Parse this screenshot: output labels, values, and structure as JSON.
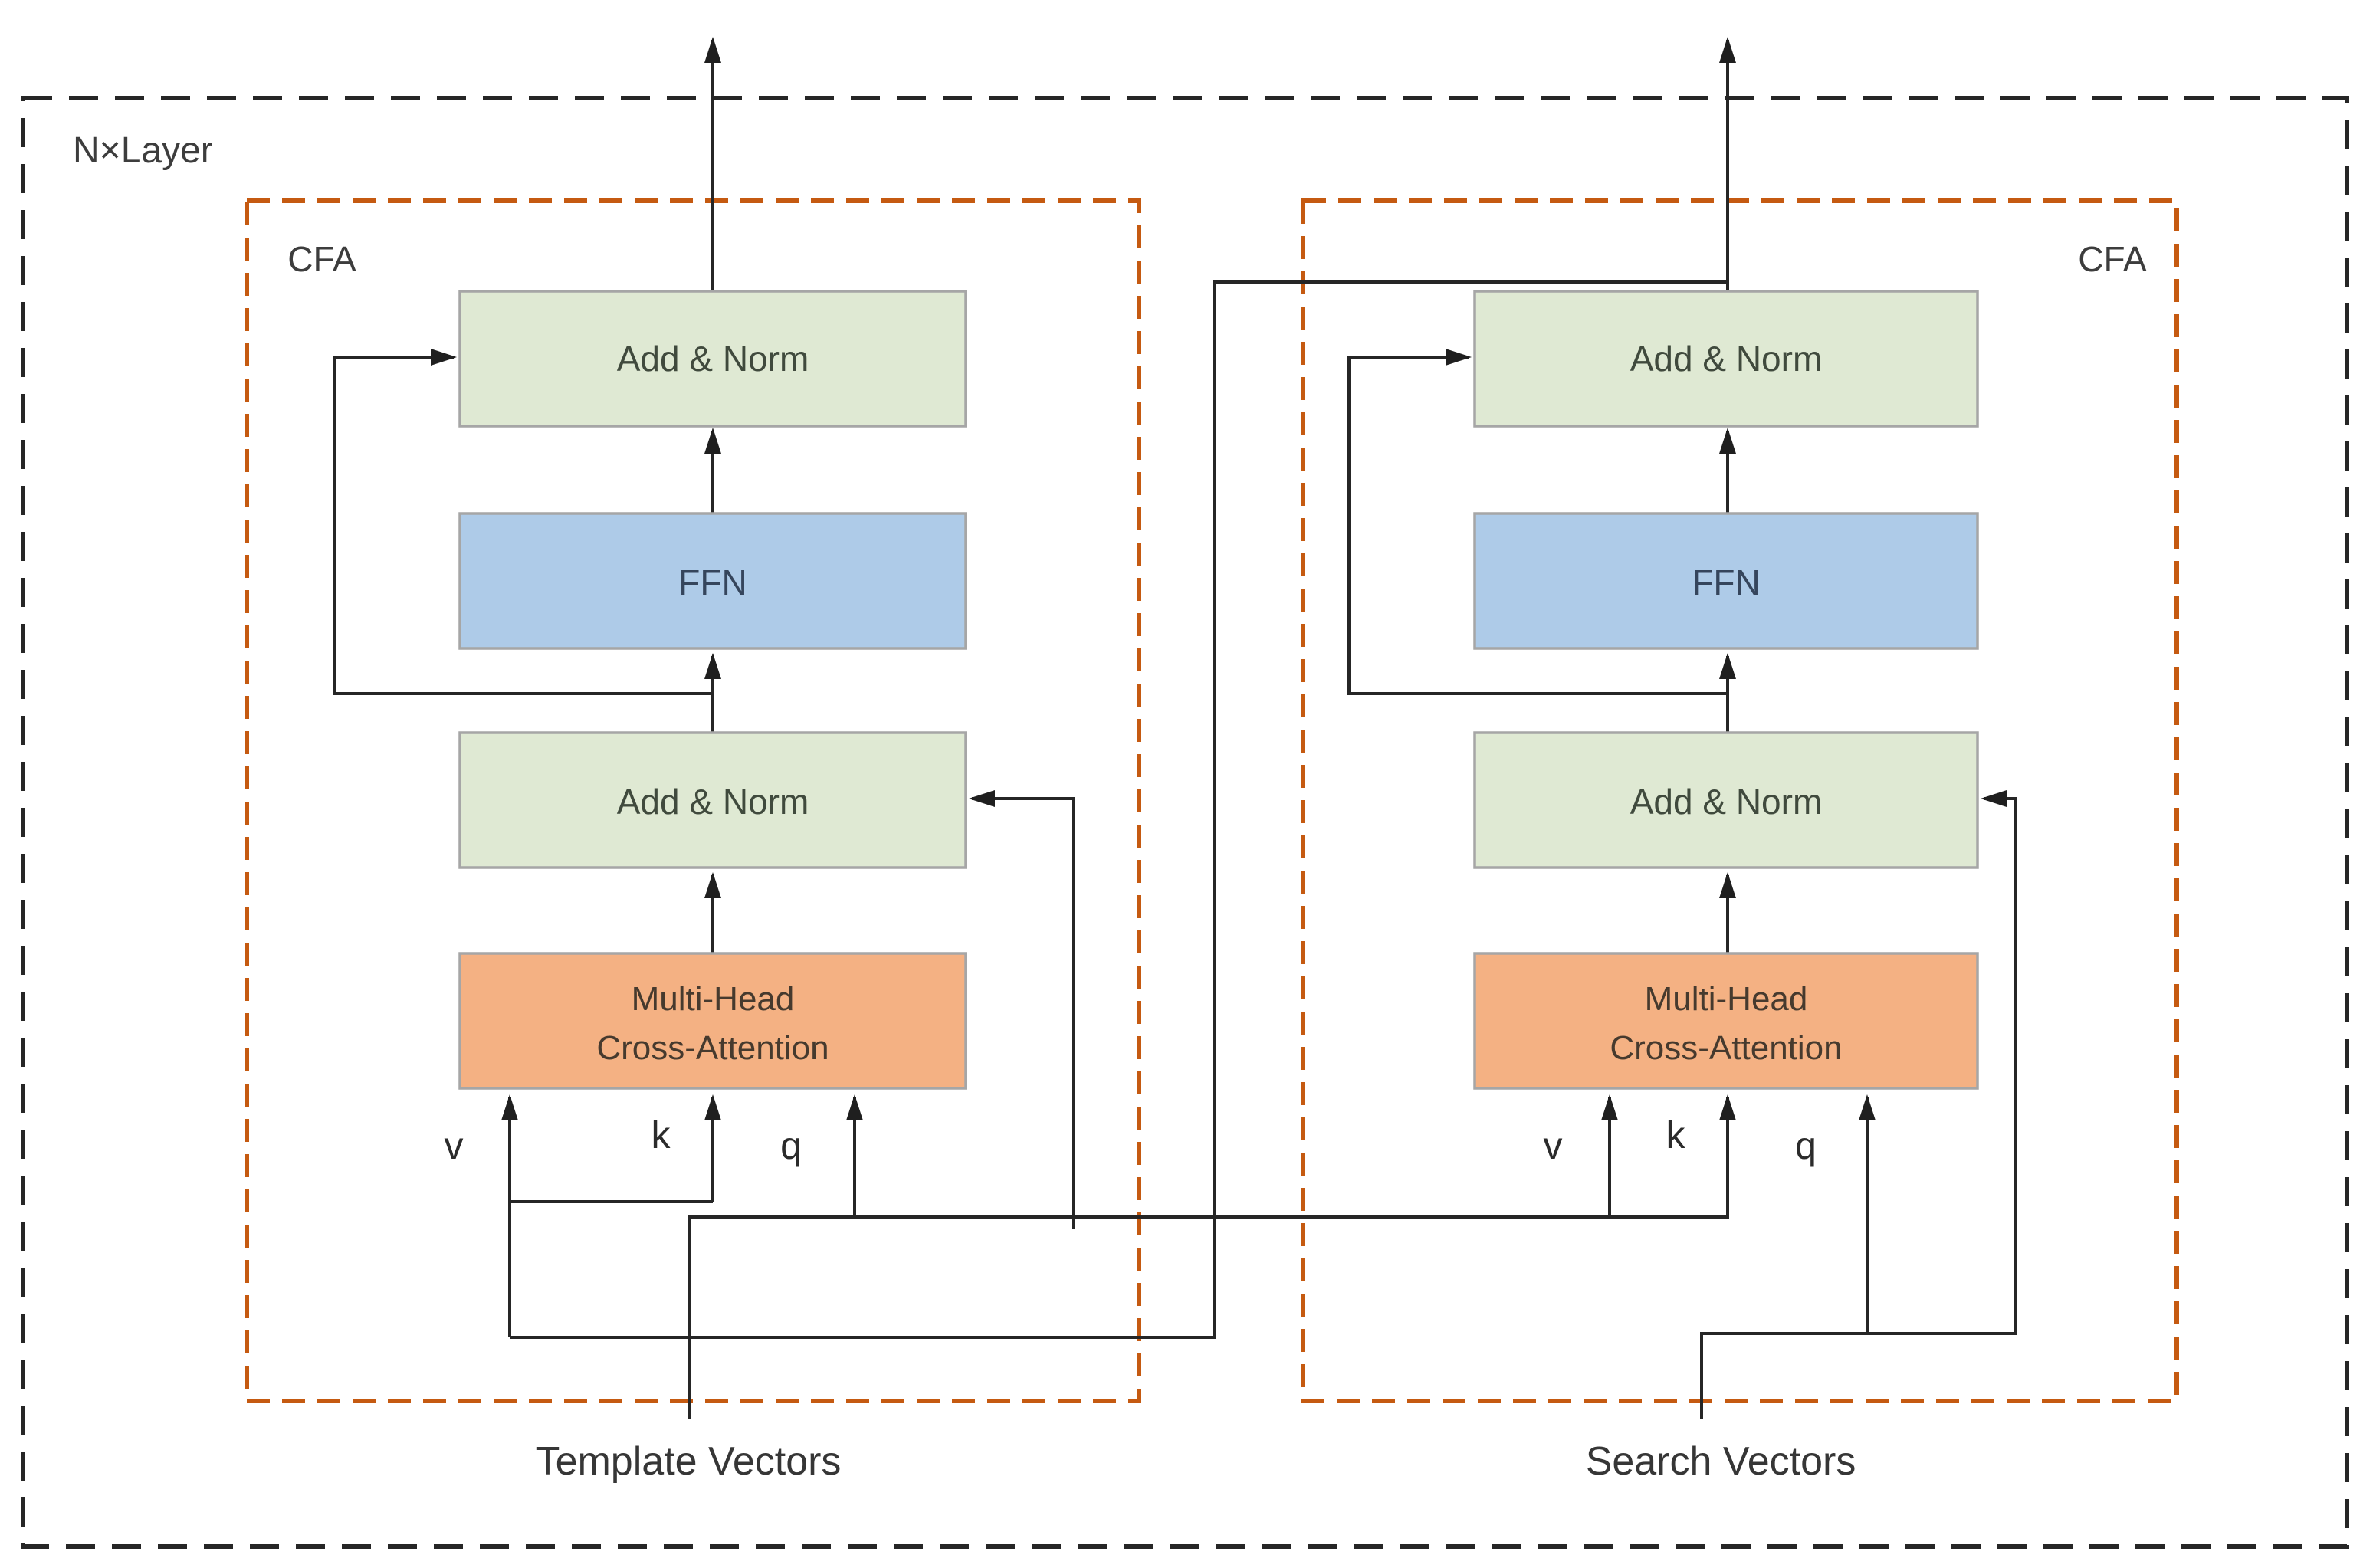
{
  "frame": {
    "label": "N×Layer"
  },
  "colors": {
    "outer_frame": "#262626",
    "cfa_frame": "#c55a11",
    "wire": "#262626",
    "box_border": "#a6a6a6",
    "add_norm_fill": "#dfe9d3",
    "ffn_fill": "#aecbe8",
    "attention_fill": "#f4b183"
  },
  "left_branch": {
    "group_label": "CFA",
    "blocks": {
      "add_norm_top": "Add & Norm",
      "ffn": "FFN",
      "add_norm_bottom": "Add & Norm",
      "attention_line1": "Multi-Head",
      "attention_line2": "Cross-Attention"
    },
    "ports": {
      "v": "v",
      "k": "k",
      "q": "q"
    },
    "input_label": "Template Vectors"
  },
  "right_branch": {
    "group_label": "CFA",
    "blocks": {
      "add_norm_top": "Add & Norm",
      "ffn": "FFN",
      "add_norm_bottom": "Add & Norm",
      "attention_line1": "Multi-Head",
      "attention_line2": "Cross-Attention"
    },
    "ports": {
      "v": "v",
      "k": "k",
      "q": "q"
    },
    "input_label": "Search Vectors"
  }
}
